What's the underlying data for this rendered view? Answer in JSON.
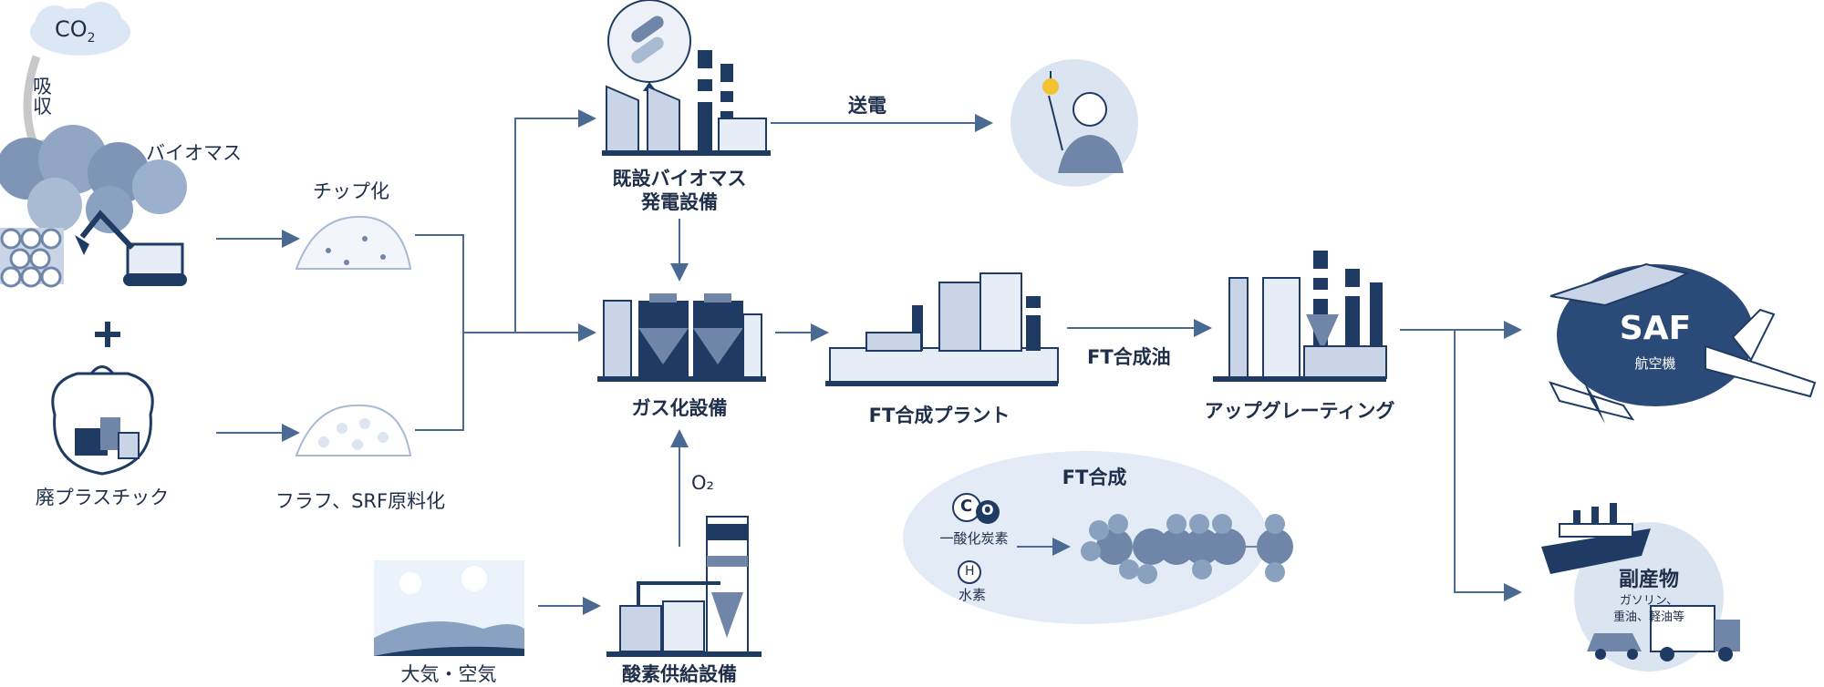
{
  "labels": {
    "co2": "CO",
    "co2_sub": "2",
    "absorb": "吸\n収",
    "biomass": "バイオマス",
    "waste_plastic": "廃プラスチック",
    "chip": "チップ化",
    "fluff": "フラフ、SRF原料化",
    "existing_plant_1": "既設バイオマス",
    "existing_plant_2": "発電設備",
    "power_transmission": "送電",
    "gasification": "ガス化設備",
    "ft_plant": "FT合成プラント",
    "ft_oil": "FT合成油",
    "upgrading": "アップグレーティング",
    "saf": "SAF",
    "aircraft": "航空機",
    "byproducts": "副産物",
    "byproducts_detail_1": "ガソリン、",
    "byproducts_detail_2": "重油、軽油等",
    "o2": "O₂",
    "air": "大気・空気",
    "oxygen_supply": "酸素供給設備",
    "ft_synthesis": "FT合成",
    "carbon_monoxide": "一酸化炭素",
    "hydrogen": "水素",
    "atom_c": "C",
    "atom_o": "O",
    "atom_h": "H"
  },
  "colors": {
    "navy": "#1f3b64",
    "mid": "#6f86a8",
    "light": "#c9d5e6",
    "pale": "#e6edf6",
    "arrow": "#4b6a93"
  }
}
